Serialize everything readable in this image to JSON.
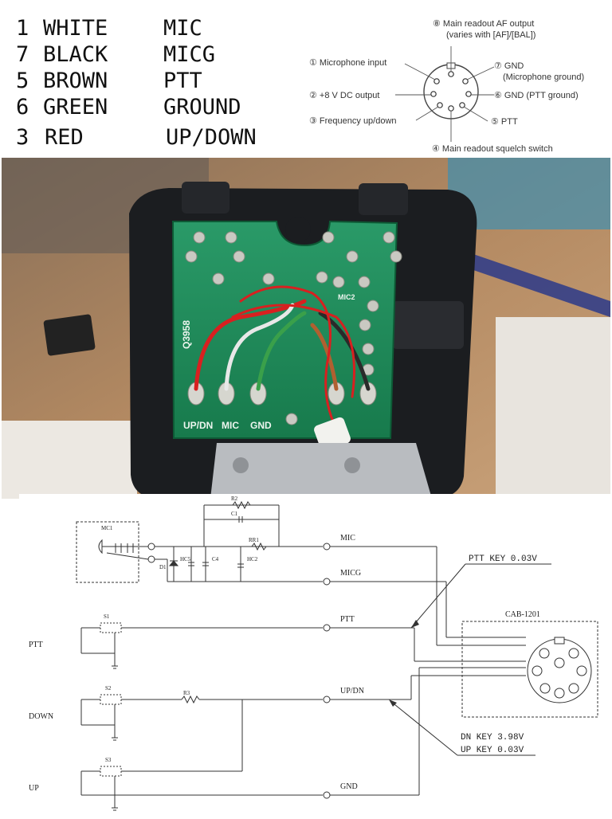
{
  "wire_table": [
    {
      "num": "1",
      "color": "WHITE",
      "function": "MIC"
    },
    {
      "num": "7",
      "color": "BLACK",
      "function": "MICG"
    },
    {
      "num": "5",
      "color": "BROWN",
      "function": "PTT"
    },
    {
      "num": "6",
      "color": "GREEN",
      "function": "GROUND"
    },
    {
      "num": "3",
      "color": "RED",
      "function": "UP/DOWN"
    }
  ],
  "pinout": {
    "pin8": "⑧ Main readout AF output",
    "pin8_note": "(varies with [AF]/[BAL])",
    "pin1": "① Microphone input",
    "pin2": "② +8 V DC output",
    "pin3": "③ Frequency up/down",
    "pin7": "⑦ GND",
    "pin7_note": "(Microphone ground)",
    "pin6": "⑥ GND (PTT ground)",
    "pin5": "⑤ PTT",
    "pin4": "④ Main readout squelch switch"
  },
  "photo": {
    "pcb_label_left": "UP/DN",
    "pcb_label_mid": "MIC",
    "pcb_label_right": "GND",
    "pcb_code": "Q3958",
    "pcb_mic2": "MIC2",
    "colors": {
      "pcb": "#1f8a5a",
      "case": "#1b1d20",
      "table": "#b0733e"
    }
  },
  "schematic": {
    "mc1": "MC1",
    "r2": "R2",
    "c1": "C1",
    "r1": "RR1",
    "c4": "C4",
    "hc5": "HC5",
    "hc2": "HC2",
    "d1": "D1",
    "r3": "R3",
    "s1": "S1",
    "s2": "S2",
    "s3": "S3",
    "net_mic": "MIC",
    "net_micg": "MICG",
    "net_ptt": "PTT",
    "net_updn": "UP/DN",
    "net_gnd": "GND",
    "sw_ptt": "PTT",
    "sw_down": "DOWN",
    "sw_up": "UP",
    "ptt_key": "PTT KEY 0.03V",
    "dn_key": "DN KEY  3.98V",
    "up_key": "UP KEY  0.03V",
    "cable": "CAB-1201"
  }
}
